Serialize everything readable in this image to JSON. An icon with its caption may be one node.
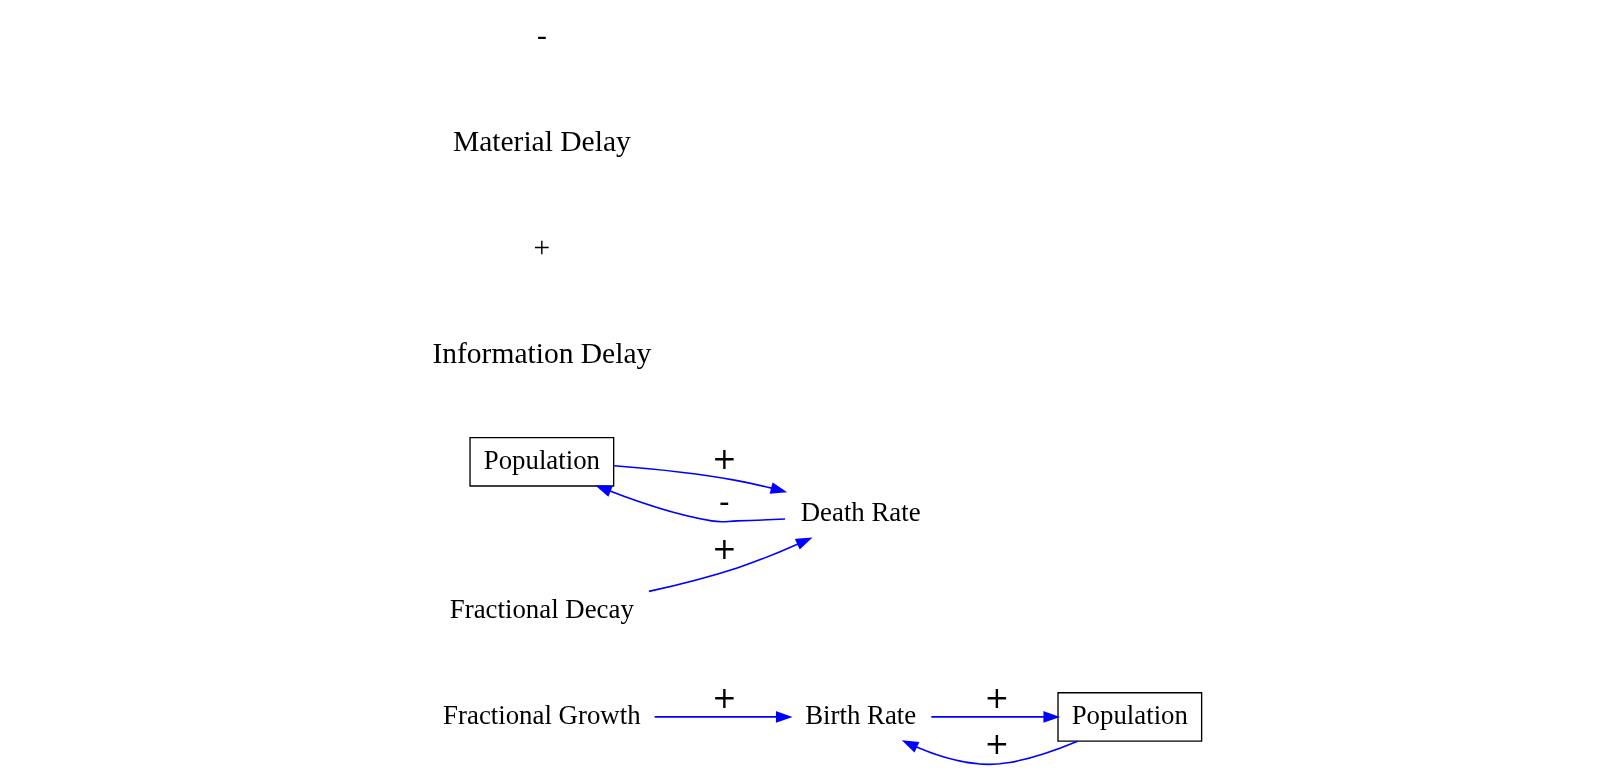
{
  "diagram": {
    "nodes": [
      {
        "text": [
          "Birth Rate"
        ]
      },
      {
        "text": [
          "Population"
        ]
      },
      {
        "text": [
          "Fractional Growth"
        ]
      },
      {
        "text": [
          "Population"
        ]
      },
      {
        "text": [
          "Death Rate"
        ]
      },
      {
        "text": [
          "Fractional Decay"
        ]
      }
    ],
    "edges": [
      {
        "from": 0,
        "to": 1,
        "arrow": "to",
        "label": "+"
      },
      {
        "from": 1,
        "to": 0,
        "arrow": "to",
        "label": "+"
      },
      {
        "from": 2,
        "to": 0,
        "arrow": "to",
        "label": "+"
      },
      {
        "from": 4,
        "to": 3,
        "arrow": "to",
        "label": "-"
      },
      {
        "from": 3,
        "to": 4,
        "arrow": "to",
        "label": "+"
      },
      {
        "from": 5,
        "to": 4,
        "arrow": "to",
        "label": "+"
      }
    ],
    "labels": [
      "Information Delay",
      "+",
      "Material Delay",
      "-"
    ]
  }
}
